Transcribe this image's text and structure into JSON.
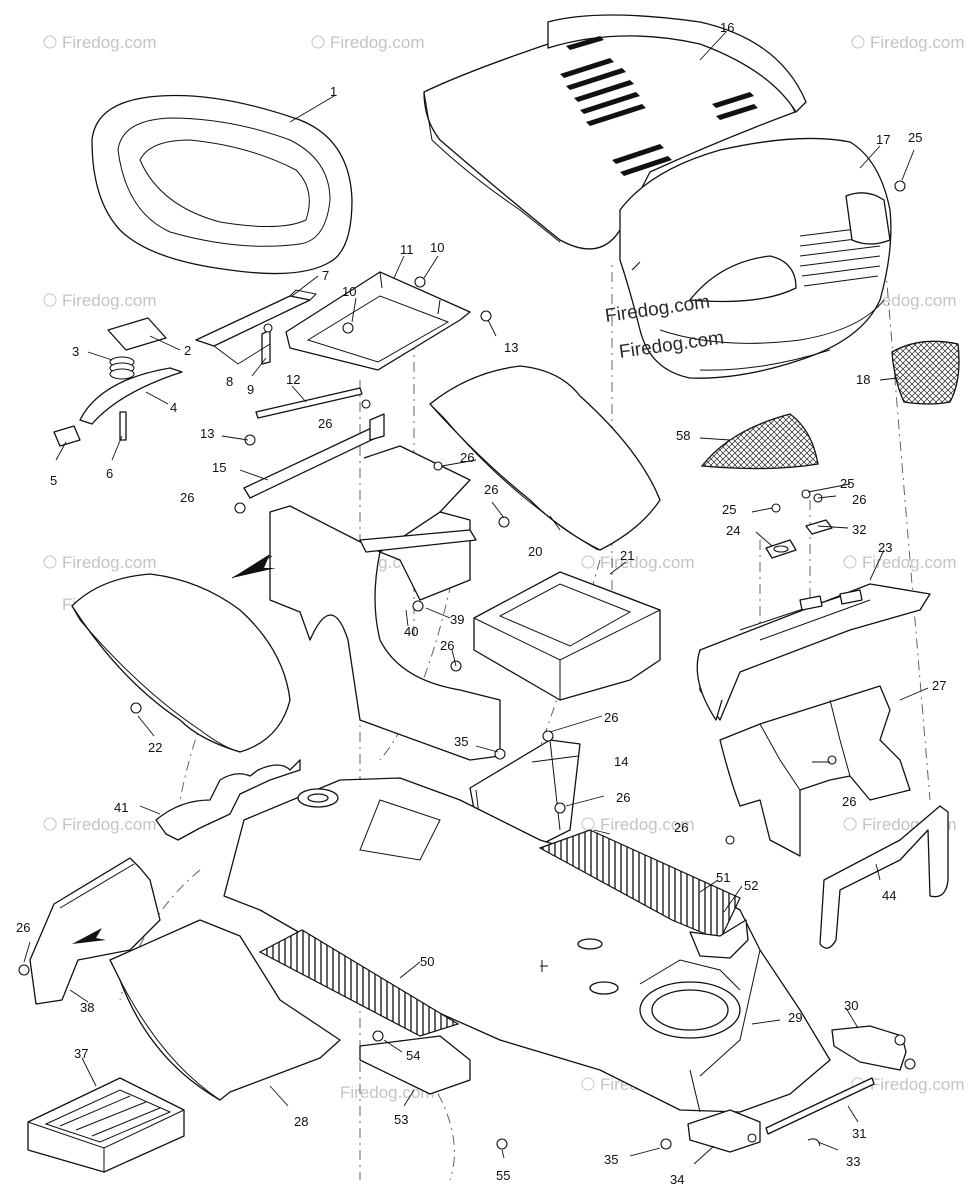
{
  "watermark": {
    "text": "Firedog.com",
    "symbol": "©"
  },
  "callouts": [
    {
      "id": "c1",
      "label": "1"
    },
    {
      "id": "c2",
      "label": "2"
    },
    {
      "id": "c3",
      "label": "3"
    },
    {
      "id": "c4",
      "label": "4"
    },
    {
      "id": "c5",
      "label": "5"
    },
    {
      "id": "c6",
      "label": "6"
    },
    {
      "id": "c7",
      "label": "7"
    },
    {
      "id": "c8",
      "label": "8"
    },
    {
      "id": "c9",
      "label": "9"
    },
    {
      "id": "c10a",
      "label": "10"
    },
    {
      "id": "c10b",
      "label": "10"
    },
    {
      "id": "c11",
      "label": "11"
    },
    {
      "id": "c12",
      "label": "12"
    },
    {
      "id": "c13a",
      "label": "13"
    },
    {
      "id": "c13b",
      "label": "13"
    },
    {
      "id": "c14",
      "label": "14"
    },
    {
      "id": "c15",
      "label": "15"
    },
    {
      "id": "c16",
      "label": "16"
    },
    {
      "id": "c17",
      "label": "17"
    },
    {
      "id": "c18",
      "label": "18"
    },
    {
      "id": "c20",
      "label": "20"
    },
    {
      "id": "c21",
      "label": "21"
    },
    {
      "id": "c22",
      "label": "22"
    },
    {
      "id": "c23",
      "label": "23"
    },
    {
      "id": "c24",
      "label": "24"
    },
    {
      "id": "c25a",
      "label": "25"
    },
    {
      "id": "c25b",
      "label": "25"
    },
    {
      "id": "c25c",
      "label": "25"
    },
    {
      "id": "c26a",
      "label": "26"
    },
    {
      "id": "c26b",
      "label": "26"
    },
    {
      "id": "c26c",
      "label": "26"
    },
    {
      "id": "c26d",
      "label": "26"
    },
    {
      "id": "c26e",
      "label": "26"
    },
    {
      "id": "c26f",
      "label": "26"
    },
    {
      "id": "c26g",
      "label": "26"
    },
    {
      "id": "c26h",
      "label": "26"
    },
    {
      "id": "c26i",
      "label": "26"
    },
    {
      "id": "c26j",
      "label": "26"
    },
    {
      "id": "c26k",
      "label": "26"
    },
    {
      "id": "c27",
      "label": "27"
    },
    {
      "id": "c28",
      "label": "28"
    },
    {
      "id": "c29",
      "label": "29"
    },
    {
      "id": "c30",
      "label": "30"
    },
    {
      "id": "c31",
      "label": "31"
    },
    {
      "id": "c32",
      "label": "32"
    },
    {
      "id": "c33",
      "label": "33"
    },
    {
      "id": "c34",
      "label": "34"
    },
    {
      "id": "c35a",
      "label": "35"
    },
    {
      "id": "c35b",
      "label": "35"
    },
    {
      "id": "c37",
      "label": "37"
    },
    {
      "id": "c38",
      "label": "38"
    },
    {
      "id": "c39",
      "label": "39"
    },
    {
      "id": "c40",
      "label": "40"
    },
    {
      "id": "c41",
      "label": "41"
    },
    {
      "id": "c44",
      "label": "44"
    },
    {
      "id": "c50",
      "label": "50"
    },
    {
      "id": "c51",
      "label": "51"
    },
    {
      "id": "c52",
      "label": "52"
    },
    {
      "id": "c53",
      "label": "53"
    },
    {
      "id": "c54",
      "label": "54"
    },
    {
      "id": "c55",
      "label": "55"
    },
    {
      "id": "c58",
      "label": "58"
    }
  ]
}
